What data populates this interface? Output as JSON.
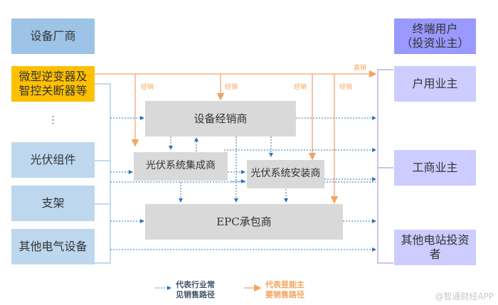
{
  "left_column": {
    "header": "设备厂商",
    "items": [
      "微型逆变器及\n智控关断器等",
      "⋮",
      "光伏组件",
      "支架",
      "其他电气设备"
    ]
  },
  "middle": {
    "distributor": "设备经销商",
    "integrator": "光伏系统集成商",
    "installer": "光伏系统安装商",
    "epc": "EPC承包商"
  },
  "right_column": {
    "header": "终端用户\n（投资业主）",
    "items": [
      "户用业主",
      "工商业主",
      "其他电站投资\n者"
    ]
  },
  "flow_labels": {
    "direct": "直销",
    "distribution": "经销"
  },
  "legend": {
    "dotted": "代表行业常\n见销售路径",
    "solid": "代表昱能主\n要销售路径"
  },
  "watermark": "@智通财经APP",
  "colors": {
    "manufacturer": "#9dc3e6",
    "highlight": "#ffc000",
    "channel": "#d9d9d9",
    "end_user_header": "#9999ff",
    "end_user": "#ccccff",
    "dotted_path": "#2e75b6",
    "solid_path": "#f4b183"
  }
}
